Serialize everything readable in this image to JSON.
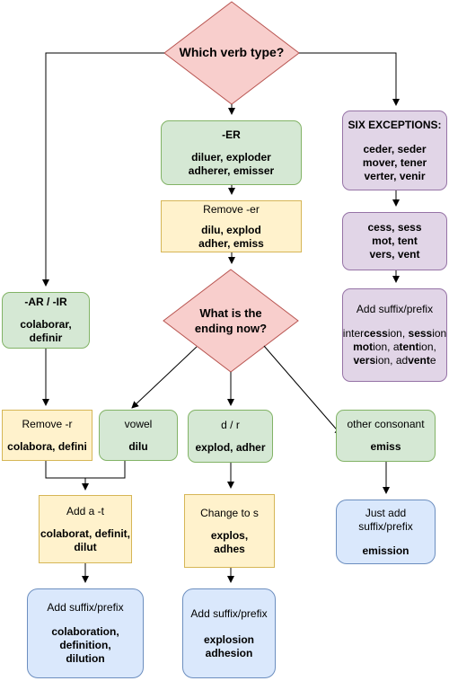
{
  "decision1": {
    "label": "Which verb type?"
  },
  "decision2": {
    "label_line1": "What is the",
    "label_line2": "ending now?"
  },
  "er_box": {
    "head": "-ER",
    "body_line1": "diluer, exploder",
    "body_line2": "adherer, emisser"
  },
  "remove_er": {
    "head": "Remove -er",
    "body_line1": "dilu, explod",
    "body_line2": "adher, emiss"
  },
  "ar_ir_box": {
    "head": "-AR / -IR",
    "body": "colaborar, definir"
  },
  "remove_r": {
    "head": "Remove -r",
    "body": "colabora, defini"
  },
  "vowel_box": {
    "head": "vowel",
    "body": "dilu"
  },
  "dr_box": {
    "head": "d / r",
    "body": "explod, adher"
  },
  "other_box": {
    "head": "other consonant",
    "body": "emiss"
  },
  "add_a_t": {
    "head": "Add a -t",
    "body_line1": "colaborat, definit,",
    "body_line2": "dilut"
  },
  "change_s": {
    "head": "Change to s",
    "body_line1": "explos,",
    "body_line2": "adhes"
  },
  "just_add": {
    "head": "Just add suffix/prefix",
    "body": "emission"
  },
  "final_left": {
    "head": "Add suffix/prefix",
    "body_line1": "colaboration,",
    "body_line2": "definition,",
    "body_line3": "dilution"
  },
  "final_mid": {
    "head": "Add suffix/prefix",
    "body_line1": "explosion",
    "body_line2": "adhesion"
  },
  "six_exceptions": {
    "head": "SIX EXCEPTIONS:",
    "body_line1": "ceder, seder",
    "body_line2": "mover, tener",
    "body_line3": "verter, venir"
  },
  "stems": {
    "line1": "cess, sess",
    "line2": "mot, tent",
    "line3": "vers, vent"
  },
  "add_suffix_exc": {
    "head": "Add suffix/prefix",
    "l1a": "inter",
    "l1b": "cess",
    "l1c": "ion, ",
    "l1d": "sess",
    "l1e": "ion",
    "l2a": "mot",
    "l2b": "ion, a",
    "l2c": "tent",
    "l2d": "ion,",
    "l3a": "vers",
    "l3b": "ion, ad",
    "l3c": "vent",
    "l3d": "e"
  },
  "colors": {
    "diamond_fill": "#f8cecc",
    "diamond_stroke": "#b85450",
    "green_fill": "#d5e8d4",
    "yellow_fill": "#fff2cc",
    "purple_fill": "#e1d5e7",
    "blue_fill": "#dae8fc"
  }
}
